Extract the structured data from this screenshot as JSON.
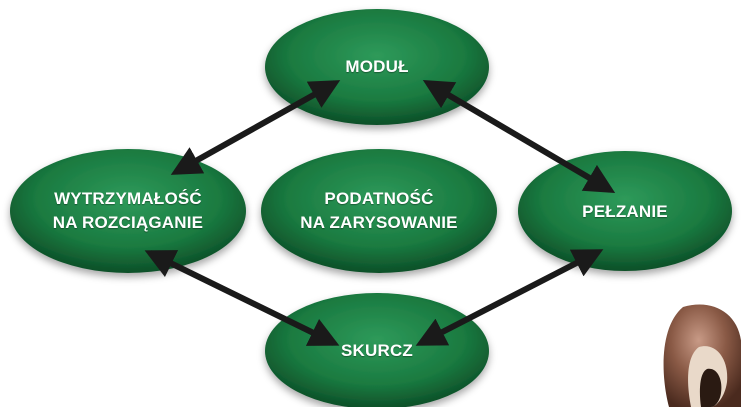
{
  "nodes": {
    "modul": {
      "label": "MODUŁ"
    },
    "wytrzymalosc": {
      "label": "WYTRZYMAŁOŚĆ\nNA ROZCIĄGANIE"
    },
    "podatnosc": {
      "label": "PODATNOŚĆ\nNA ZARYSOWANIE"
    },
    "pelzanie": {
      "label": "PEŁZANIE"
    },
    "skurcz": {
      "label": "SKURCZ"
    }
  },
  "edges": [
    {
      "from": "modul",
      "to": "wytrzymalosc",
      "direction": "both"
    },
    {
      "from": "modul",
      "to": "pelzanie",
      "direction": "both"
    },
    {
      "from": "wytrzymalosc",
      "to": "skurcz",
      "direction": "both"
    },
    {
      "from": "pelzanie",
      "to": "skurcz",
      "direction": "both"
    }
  ],
  "colors": {
    "node_fill_center": "#2e9a5a",
    "node_fill_edge": "#0d4f28",
    "arrow": "#1a1a1a",
    "label": "#ffffff"
  }
}
